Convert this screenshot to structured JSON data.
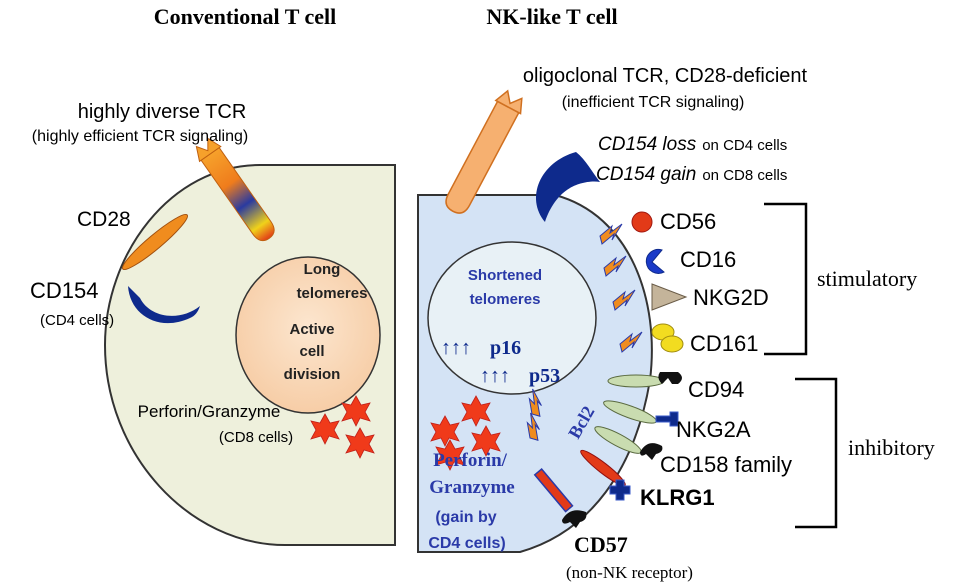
{
  "titles": {
    "conventional": "Conventional T cell",
    "nklike": "NK-like T cell"
  },
  "conventional": {
    "tcr_label": "highly diverse TCR",
    "tcr_sub": "(highly efficient TCR signaling)",
    "cd28": "CD28",
    "cd154": "CD154",
    "cd154_sub": "(CD4 cells)",
    "nucleus_lines": [
      "Long",
      "telomeres",
      "Active",
      "cell",
      "division"
    ],
    "perforin": "Perforin/Granzyme",
    "perforin_sub": "(CD8 cells)"
  },
  "nklike": {
    "tcr_label": "oligoclonal TCR, CD28-deficient",
    "tcr_sub": "(inefficient TCR signaling)",
    "cd154_loss": "CD154 loss",
    "cd154_loss_suffix": "on CD4 cells",
    "cd154_gain": "CD154 gain",
    "cd154_gain_suffix": "on CD8 cells",
    "nucleus_lines": [
      "Shortened",
      "telomeres"
    ],
    "p16_arrows": "↑↑↑",
    "p16": "p16",
    "p53_arrows": "↑↑↑",
    "p53": "p53",
    "bcl2": "Bcl2",
    "perforin_lines": [
      "Perforin/",
      "Granzyme"
    ],
    "perforin_gain_lines": [
      "(gain by",
      "CD4 cells)"
    ],
    "cd57": "CD57",
    "cd57_sub": "(non-NK receptor)"
  },
  "receptors": {
    "stimulatory": [
      "CD56",
      "CD16",
      "NKG2D",
      "CD161"
    ],
    "inhibitory": [
      "CD94",
      "NKG2A",
      "CD158 family",
      "KLRG1"
    ]
  },
  "groups": {
    "stimulatory": "stimulatory",
    "inhibitory": "inhibitory"
  },
  "colors": {
    "left_cell": "#eef0dc",
    "right_cell": "#d4e3f5",
    "nucleus_left": "#f9d9bb",
    "nucleus_right": "#e8f1f6",
    "blue_text": "#2a3aa8",
    "navy": "#0e2a8c",
    "orange": "#f08c1e",
    "red_star": "#f03a1a",
    "pale_green": "#c9dcb0"
  }
}
